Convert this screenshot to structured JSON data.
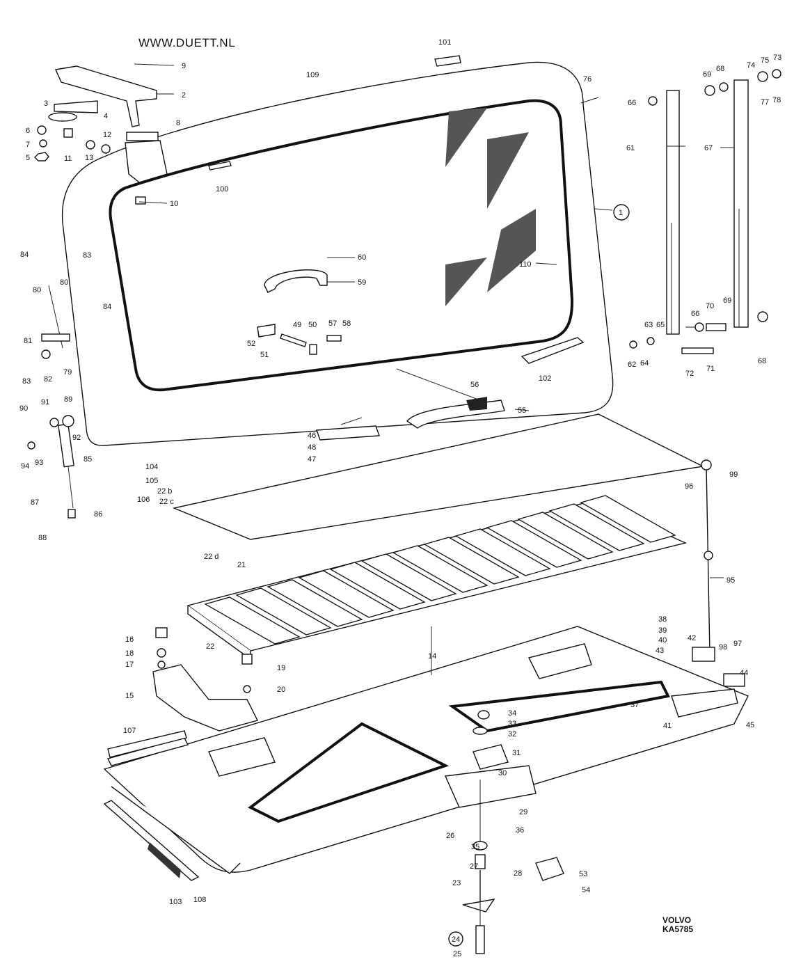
{
  "header": {
    "site": "WWW.DUETT.NL"
  },
  "footer": {
    "brand": "VOLVO",
    "code": "KA5785"
  },
  "callouts": [
    {
      "id": "9",
      "text": "9"
    },
    {
      "id": "2",
      "text": "2"
    },
    {
      "id": "3",
      "text": "3"
    },
    {
      "id": "4",
      "text": "4"
    },
    {
      "id": "6",
      "text": "6"
    },
    {
      "id": "11",
      "text": "11"
    },
    {
      "id": "12",
      "text": "12"
    },
    {
      "id": "8",
      "text": "8"
    },
    {
      "id": "7",
      "text": "7"
    },
    {
      "id": "13",
      "text": "13"
    },
    {
      "id": "5",
      "text": "5"
    },
    {
      "id": "10",
      "text": "10"
    },
    {
      "id": "100",
      "text": "100"
    },
    {
      "id": "109",
      "text": "109"
    },
    {
      "id": "101",
      "text": "101"
    },
    {
      "id": "76",
      "text": "76"
    },
    {
      "id": "1",
      "text": "1"
    },
    {
      "id": "110",
      "text": "110"
    },
    {
      "id": "60",
      "text": "60"
    },
    {
      "id": "59",
      "text": "59"
    },
    {
      "id": "52",
      "text": "52"
    },
    {
      "id": "51",
      "text": "51"
    },
    {
      "id": "49",
      "text": "49"
    },
    {
      "id": "50",
      "text": "50"
    },
    {
      "id": "57",
      "text": "57"
    },
    {
      "id": "58",
      "text": "58"
    },
    {
      "id": "102",
      "text": "102"
    },
    {
      "id": "56",
      "text": "56"
    },
    {
      "id": "55",
      "text": "55"
    },
    {
      "id": "46",
      "text": "46"
    },
    {
      "id": "48",
      "text": "48"
    },
    {
      "id": "47",
      "text": "47"
    },
    {
      "id": "84a",
      "text": "84"
    },
    {
      "id": "83a",
      "text": "83"
    },
    {
      "id": "80a",
      "text": "80"
    },
    {
      "id": "80b",
      "text": "80"
    },
    {
      "id": "84b",
      "text": "84"
    },
    {
      "id": "81",
      "text": "81"
    },
    {
      "id": "83b",
      "text": "83"
    },
    {
      "id": "82",
      "text": "82"
    },
    {
      "id": "79",
      "text": "79"
    },
    {
      "id": "90",
      "text": "90"
    },
    {
      "id": "91",
      "text": "91"
    },
    {
      "id": "89",
      "text": "89"
    },
    {
      "id": "92",
      "text": "92"
    },
    {
      "id": "94",
      "text": "94"
    },
    {
      "id": "93",
      "text": "93"
    },
    {
      "id": "85",
      "text": "85"
    },
    {
      "id": "104",
      "text": "104"
    },
    {
      "id": "105",
      "text": "105"
    },
    {
      "id": "106",
      "text": "106"
    },
    {
      "id": "22b",
      "text": "22 b"
    },
    {
      "id": "22c",
      "text": "22 c"
    },
    {
      "id": "87",
      "text": "87"
    },
    {
      "id": "86",
      "text": "86"
    },
    {
      "id": "88",
      "text": "88"
    },
    {
      "id": "22d",
      "text": "22 d"
    },
    {
      "id": "21",
      "text": "21"
    },
    {
      "id": "22",
      "text": "22"
    },
    {
      "id": "66a",
      "text": "66"
    },
    {
      "id": "61",
      "text": "61"
    },
    {
      "id": "69a",
      "text": "69"
    },
    {
      "id": "68a",
      "text": "68"
    },
    {
      "id": "74",
      "text": "74"
    },
    {
      "id": "75",
      "text": "75"
    },
    {
      "id": "73",
      "text": "73"
    },
    {
      "id": "77",
      "text": "77"
    },
    {
      "id": "78",
      "text": "78"
    },
    {
      "id": "67",
      "text": "67"
    },
    {
      "id": "66b",
      "text": "66"
    },
    {
      "id": "70",
      "text": "70"
    },
    {
      "id": "69b",
      "text": "69"
    },
    {
      "id": "63",
      "text": "63"
    },
    {
      "id": "65",
      "text": "65"
    },
    {
      "id": "62",
      "text": "62"
    },
    {
      "id": "64",
      "text": "64"
    },
    {
      "id": "72",
      "text": "72"
    },
    {
      "id": "71",
      "text": "71"
    },
    {
      "id": "68b",
      "text": "68"
    },
    {
      "id": "96",
      "text": "96"
    },
    {
      "id": "99",
      "text": "99"
    },
    {
      "id": "95",
      "text": "95"
    },
    {
      "id": "38",
      "text": "38"
    },
    {
      "id": "39",
      "text": "39"
    },
    {
      "id": "40",
      "text": "40"
    },
    {
      "id": "42",
      "text": "42"
    },
    {
      "id": "43",
      "text": "43"
    },
    {
      "id": "98",
      "text": "98"
    },
    {
      "id": "97",
      "text": "97"
    },
    {
      "id": "44",
      "text": "44"
    },
    {
      "id": "45",
      "text": "45"
    },
    {
      "id": "16",
      "text": "16"
    },
    {
      "id": "18",
      "text": "18"
    },
    {
      "id": "17",
      "text": "17"
    },
    {
      "id": "19",
      "text": "19"
    },
    {
      "id": "20",
      "text": "20"
    },
    {
      "id": "14",
      "text": "14"
    },
    {
      "id": "15",
      "text": "15"
    },
    {
      "id": "34",
      "text": "34"
    },
    {
      "id": "33",
      "text": "33"
    },
    {
      "id": "32",
      "text": "32"
    },
    {
      "id": "37",
      "text": "37"
    },
    {
      "id": "41",
      "text": "41"
    },
    {
      "id": "107",
      "text": "107"
    },
    {
      "id": "31",
      "text": "31"
    },
    {
      "id": "30",
      "text": "30"
    },
    {
      "id": "29",
      "text": "29"
    },
    {
      "id": "36",
      "text": "36"
    },
    {
      "id": "26",
      "text": "26"
    },
    {
      "id": "35",
      "text": "35"
    },
    {
      "id": "27",
      "text": "27"
    },
    {
      "id": "28",
      "text": "28"
    },
    {
      "id": "23",
      "text": "23"
    },
    {
      "id": "53",
      "text": "53"
    },
    {
      "id": "54",
      "text": "54"
    },
    {
      "id": "24",
      "text": "24"
    },
    {
      "id": "25",
      "text": "25"
    },
    {
      "id": "103",
      "text": "103"
    },
    {
      "id": "108",
      "text": "108"
    }
  ]
}
